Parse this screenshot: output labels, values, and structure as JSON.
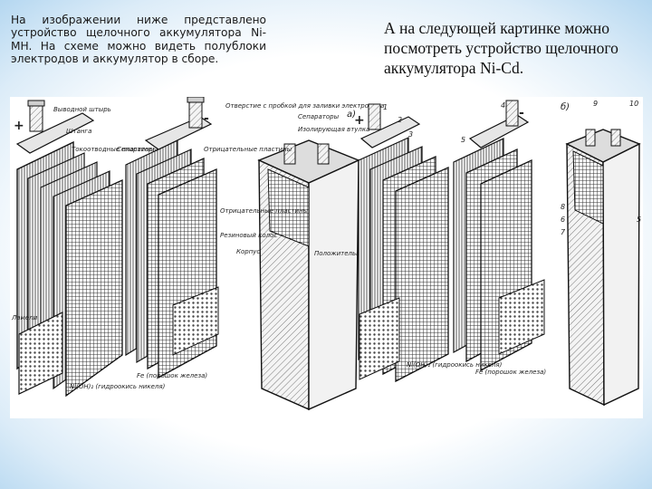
{
  "slide": {
    "left_text": "На изображении ниже представлено устройство щелочного аккумулятора Ni-MH. На схеме можно видеть полублоки электродов и аккумулятор в сборе.",
    "right_text": "А на следующей картинке можно посмотреть устройство щелочного аккумулятора Ni-Cd."
  },
  "figure_left": {
    "plus": "+",
    "minus": "-",
    "labels": {
      "terminal": "Выводной штырь",
      "bar": "Штанга",
      "current_plates": "Токоотводные пластины",
      "separators": "Сепараторы",
      "sep_sticks": "Отрицательные пластины",
      "opening": "Отверстие с пробкой для заливки электролита",
      "separators2": "Сепараторы",
      "nut": "Изолирующая втулка",
      "neg_plates": "Отрицательные пластины",
      "rubber_rings": "Резиновый колос",
      "case": "Корпус",
      "pos_plates": "Положительные пластины",
      "lamel": "Ламели",
      "ni_oh": "Ni(OH)₂ (гидроокись никеля)",
      "fe": "Fe (порошок железа)"
    }
  },
  "figure_right": {
    "plus": "+",
    "minus": "-",
    "panel_a": "а)",
    "panel_b": "б)",
    "nums": [
      "1",
      "2",
      "3",
      "4",
      "5",
      "6",
      "7",
      "8",
      "9",
      "10",
      "5"
    ],
    "ni_oh": "Ni(OH)₂ (гидроокись никеля)",
    "fe": "Fe (порошок железа)"
  }
}
